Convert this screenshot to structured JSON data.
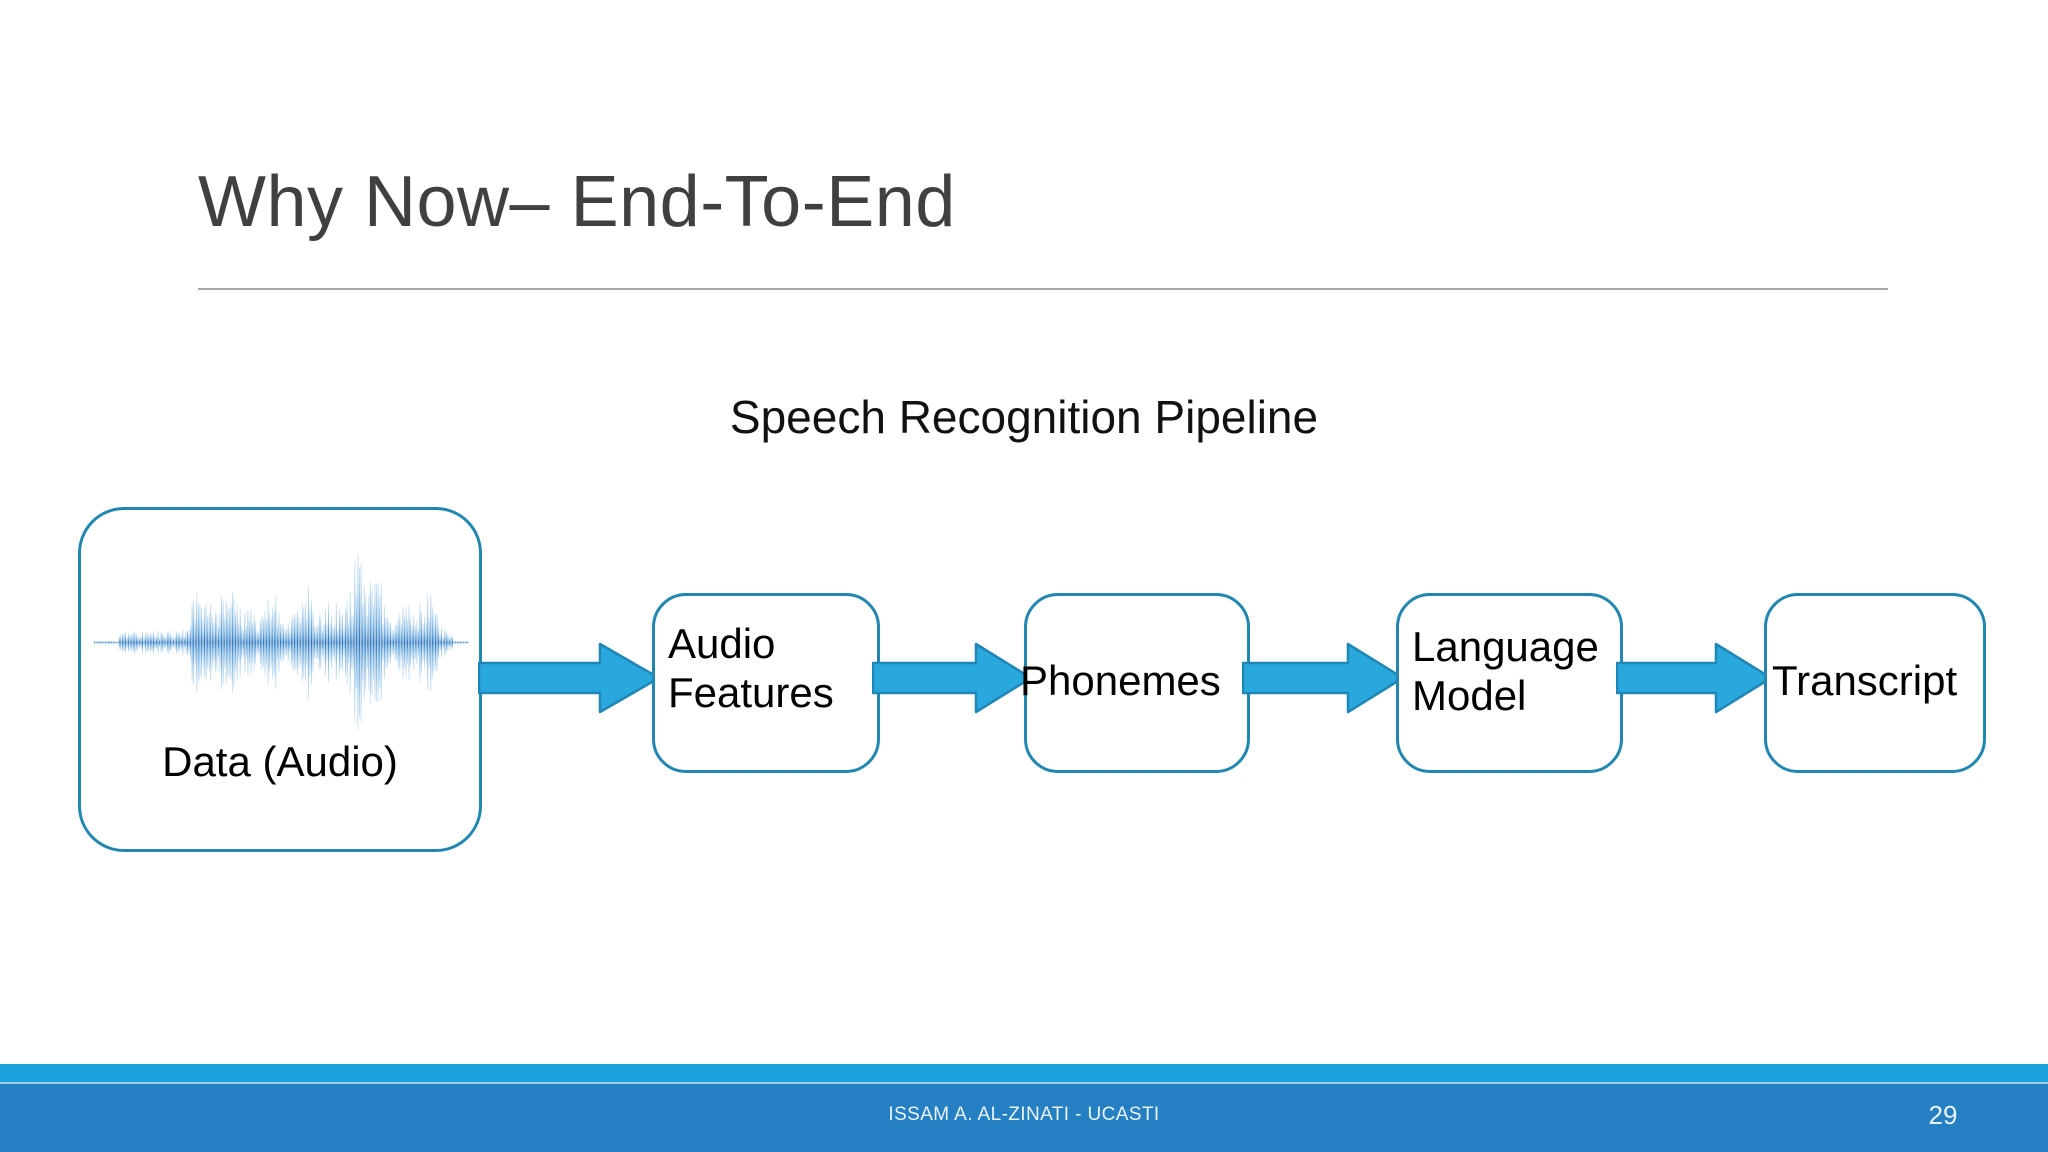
{
  "slide": {
    "title": "Why Now– End-To-End",
    "subtitle": "Speech Recognition Pipeline",
    "number": "29",
    "background_color": "#ffffff",
    "title_color": "#404040",
    "accent_color": "#2187b0",
    "arrow_color": "#29a8de",
    "footer_band_color": "#2580c3",
    "footer_stripe_color": "#1aa3dd"
  },
  "footer": {
    "author": "ISSAM A. AL-ZINATI - UCASTI"
  },
  "diagram": {
    "name": "speech-recognition-pipeline",
    "type": "flow",
    "orientation": "left-to-right",
    "nodes": [
      {
        "id": "data",
        "label": "Data (Audio)",
        "has_waveform_image": true
      },
      {
        "id": "audio-features",
        "label_line1": "Audio",
        "label_line2": "Features"
      },
      {
        "id": "phonemes",
        "label": "Phonemes"
      },
      {
        "id": "language-model",
        "label_line1": "Language",
        "label_line2": "Model"
      },
      {
        "id": "transcript",
        "label": "Transcript"
      }
    ],
    "connectors": [
      {
        "id": "arrow-1",
        "from": "data",
        "to": "audio-features",
        "glyph": "block-arrow-right"
      },
      {
        "id": "arrow-2",
        "from": "audio-features",
        "to": "phonemes",
        "glyph": "block-arrow-right"
      },
      {
        "id": "arrow-3",
        "from": "phonemes",
        "to": "language-model",
        "glyph": "block-arrow-right"
      },
      {
        "id": "arrow-4",
        "from": "language-model",
        "to": "transcript",
        "glyph": "block-arrow-right"
      }
    ]
  }
}
